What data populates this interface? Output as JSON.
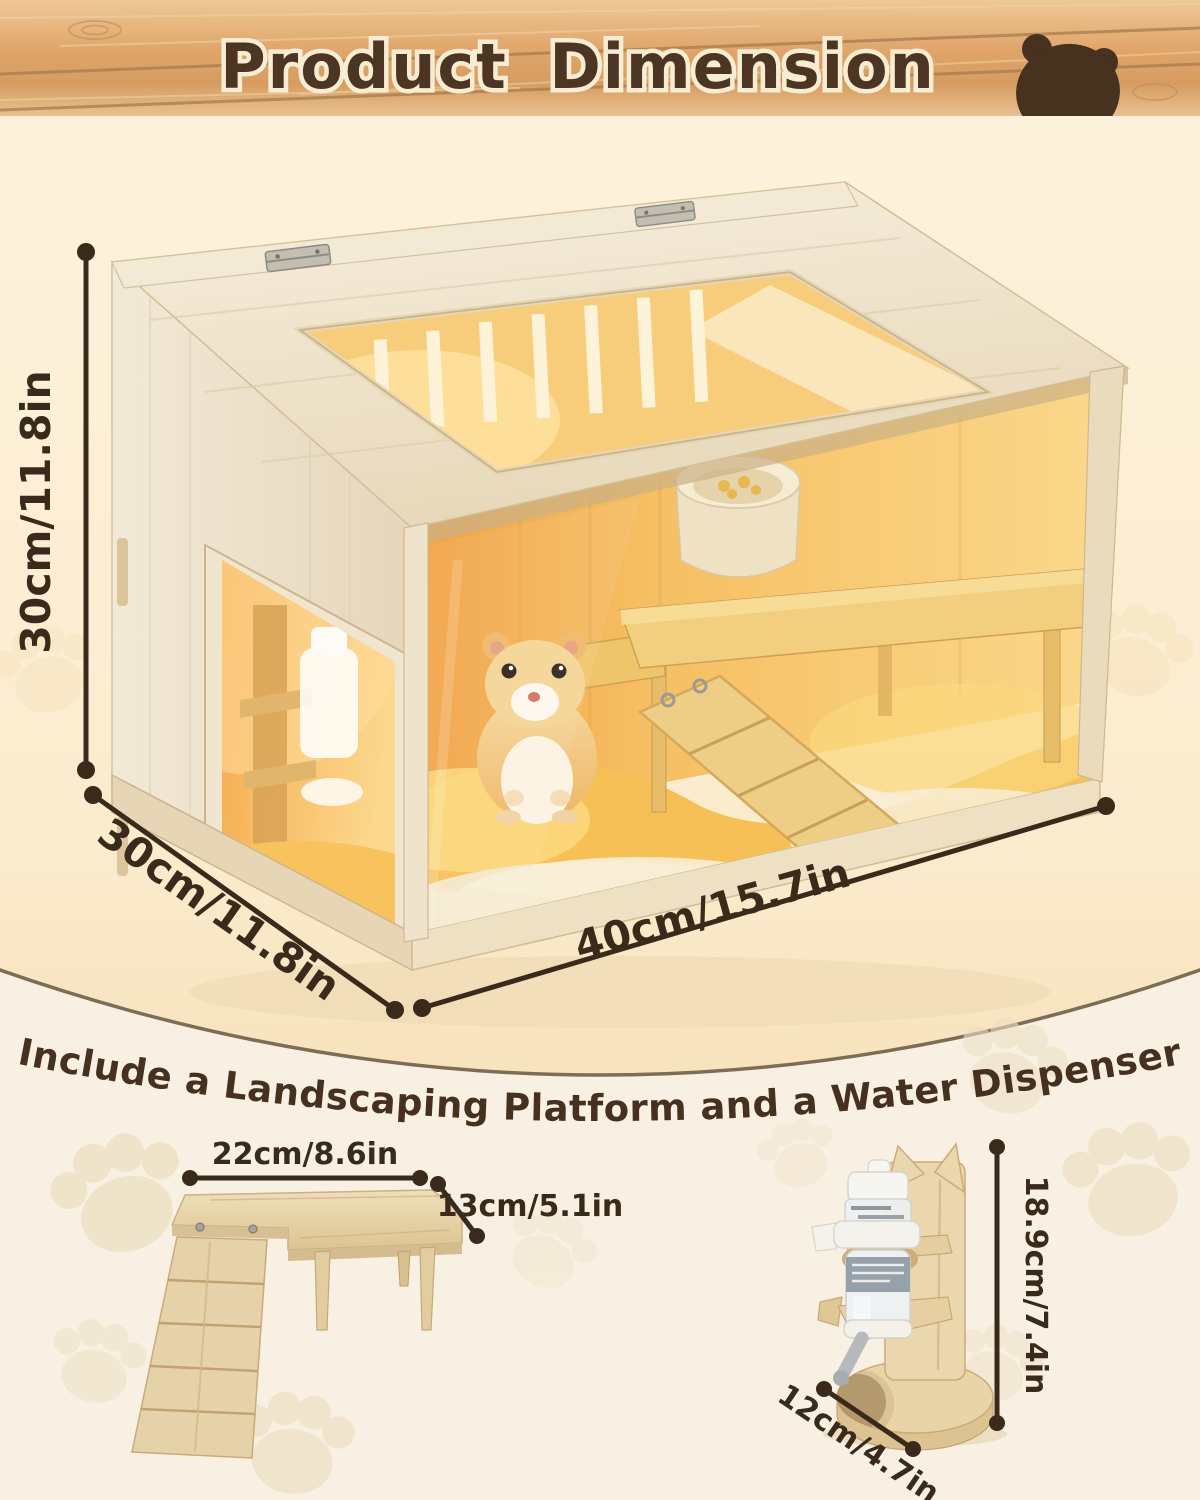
{
  "banner": {
    "title": "Product Dimension"
  },
  "icons": {
    "bear": "bear-icon",
    "paw": "paw-icon"
  },
  "cage": {
    "height_label": "30cm/11.8in",
    "depth_label": "30cm/11.8in",
    "width_label": "40cm/15.7in"
  },
  "tagline": "Include a Landscaping Platform and a Water Dispenser",
  "platform": {
    "width_label": "22cm/8.6in",
    "depth_label": "13cm/5.1in"
  },
  "dispenser": {
    "height_label": "18.9cm/7.4in",
    "base_label": "12cm/4.7in"
  },
  "colors": {
    "title_brown": "#4c3522",
    "annotation_brown": "#3a2a1b",
    "banner_wood": "#dfa468",
    "background_cream": "#f8f0e2",
    "ellipse_cream": "#f9e7c4"
  }
}
